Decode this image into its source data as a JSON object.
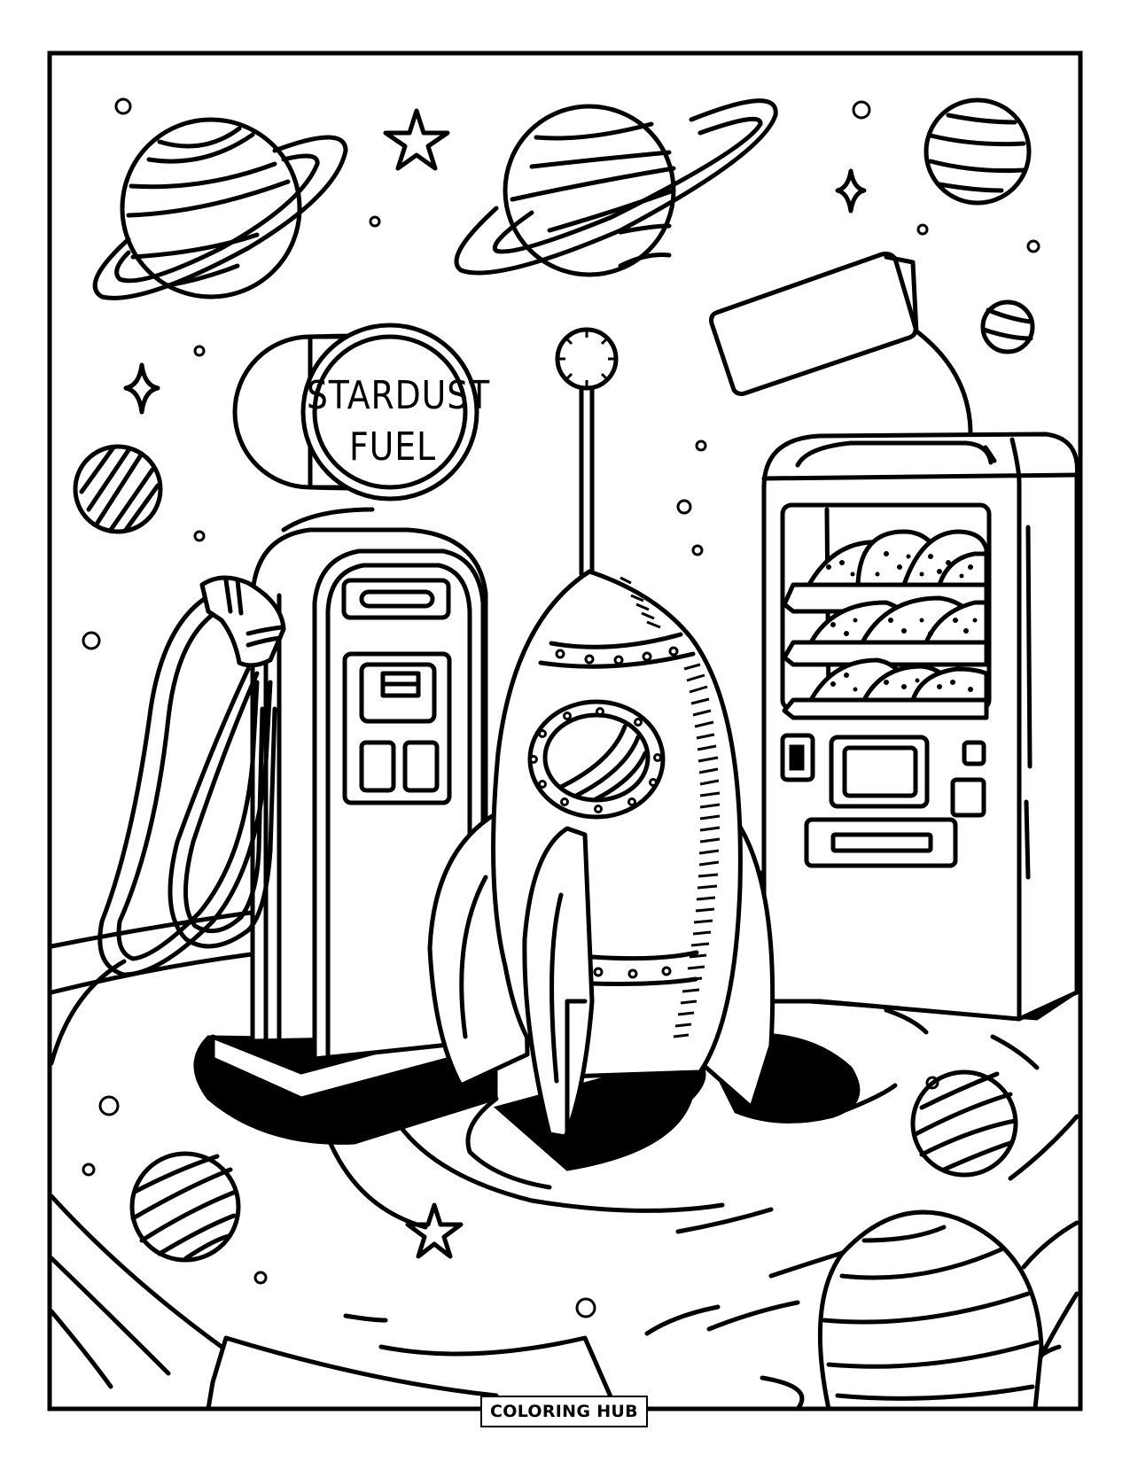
{
  "page": {
    "type": "coloring-page",
    "palette": {
      "ink": "#000000",
      "paper": "#ffffff"
    }
  },
  "scene": {
    "fuel_pump": {
      "sign_line1": "STARDUST",
      "sign_line2": "FUEL"
    },
    "elements": [
      "saturn-planet-left",
      "saturn-planet-center",
      "striped-planet-top-right",
      "small-planet-right",
      "striped-planet-left",
      "striped-planet-bottom-left",
      "striped-planet-bottom-right",
      "large-planet-bottom-right",
      "fuel-pump",
      "fuel-hose",
      "rocket",
      "vending-machine",
      "blank-sign-board",
      "stars",
      "sparkles"
    ]
  },
  "footer": {
    "brand": "COLORING HUB"
  }
}
